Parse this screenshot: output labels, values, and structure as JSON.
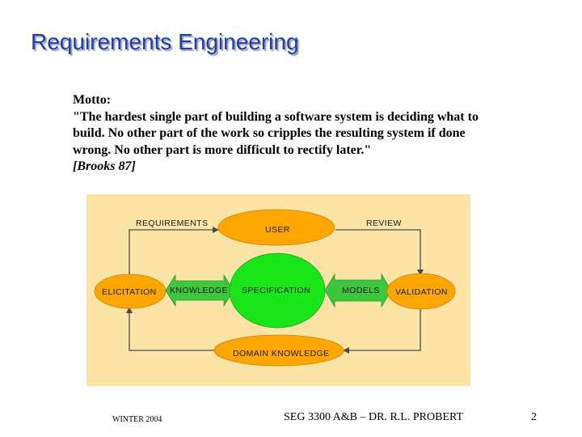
{
  "slide": {
    "title": "Requirements Engineering",
    "quote": {
      "lines": [
        "Motto:",
        "\"The hardest single part of building a software system is deciding what to",
        "build. No other part of the work so cripples the resulting system if done",
        "wrong. No other part is more difficult to rectify later.\""
      ],
      "citation": "[Brooks 87]"
    }
  },
  "diagram": {
    "background_color": "#fbe4a6",
    "labels": {
      "requirements": "REQUIREMENTS",
      "review": "REVIEW",
      "user": "USER",
      "elicitation": "ELICITATION",
      "knowledge": "KNOWLEDGE",
      "specification": "SPECIFICATION",
      "models": "MODELS",
      "validation": "VALIDATION",
      "domain_knowledge": "DOMAIN KNOWLEDGE"
    },
    "colors": {
      "orange": "#ffa600",
      "green": "#19e619",
      "arrow_green": "#3fc63f",
      "line": "#4a4a4a"
    }
  },
  "footer": {
    "left": "WINTER 2004",
    "center": "SEG 3300 A&B – DR. R.L. PROBERT",
    "page": "2"
  }
}
